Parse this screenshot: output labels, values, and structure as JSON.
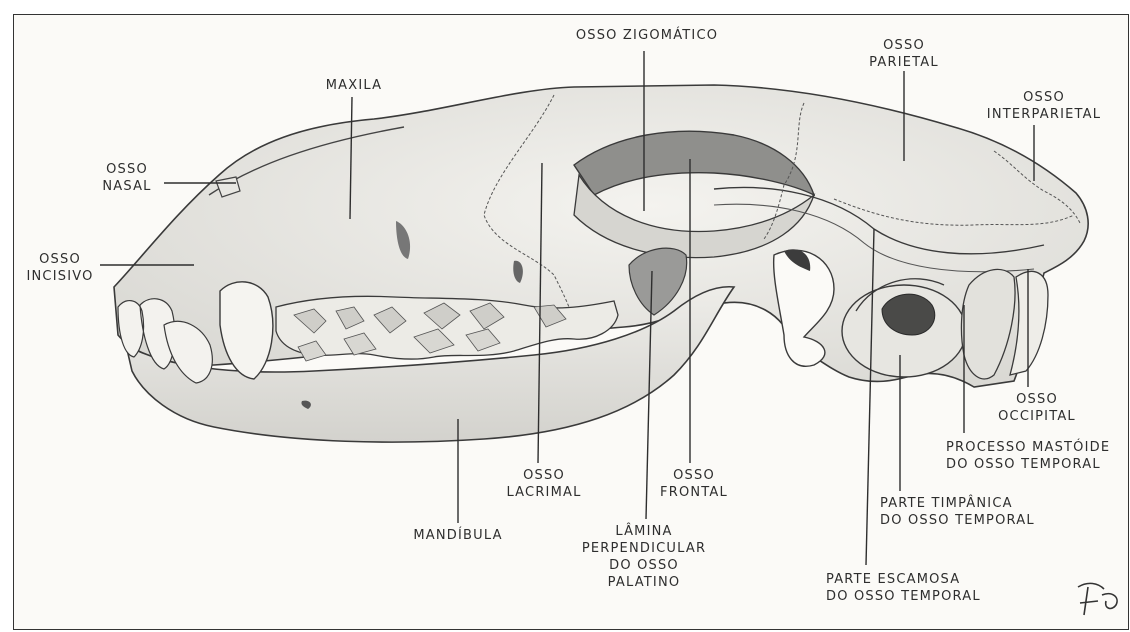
{
  "labels": {
    "osso_zigomatico": "OSSO ZIGOMÁTICO",
    "maxila": "MAXILA",
    "osso_parietal": [
      "OSSO",
      "PARIETAL"
    ],
    "osso_interparietal": [
      "OSSO",
      "INTERPARIETAL"
    ],
    "osso_nasal": [
      "OSSO",
      "NASAL"
    ],
    "osso_incisivo": [
      "OSSO",
      "INCISIVO"
    ],
    "osso_lacrimal": [
      "OSSO",
      "LACRIMAL"
    ],
    "osso_frontal": [
      "OSSO",
      "FRONTAL"
    ],
    "mandibula": "MANDÍBULA",
    "lamina_perpendicular": [
      "LÂMINA",
      "PERPENDICULAR",
      "DO OSSO",
      "PALATINO"
    ],
    "osso_occipital": [
      "OSSO",
      "OCCIPITAL"
    ],
    "processo_mastoide": [
      "PROCESSO MASTÓIDE",
      "DO OSSO TEMPORAL"
    ],
    "parte_timpanica": [
      "PARTE TIMPÂNICA",
      "DO OSSO TEMPORAL"
    ],
    "parte_escamosa": [
      "PARTE ESCAMOSA",
      "DO OSSO TEMPORAL"
    ]
  },
  "colors": {
    "ink": "#2e2e2e",
    "bone": "#ecebe6",
    "shadow": "#9a9a98",
    "paper": "#fbfaf7"
  }
}
